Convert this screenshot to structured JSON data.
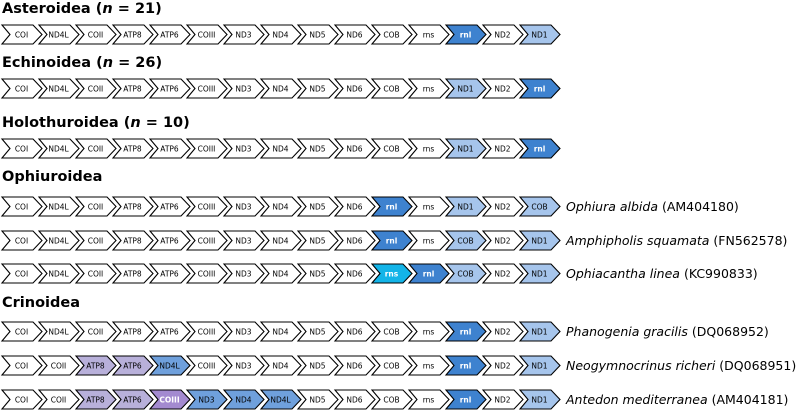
{
  "colors": {
    "white": "#ffffff",
    "light_blue": "#a6c5ec",
    "dark_blue": "#3e82cf",
    "mid_blue": "#6fa0dc",
    "cyan": "#13b4e8",
    "light_purple": "#b8b0da",
    "purple": "#a38ad0",
    "outline": "#000000"
  },
  "groups": [
    {
      "name": "Asteroidea",
      "n_prefix": " (",
      "n_label": "n",
      "n_value": " = 21)",
      "rows": [
        {
          "species": "",
          "accession": "",
          "genes": [
            {
              "label": "COI",
              "color": "white"
            },
            {
              "label": "ND4L",
              "color": "white"
            },
            {
              "label": "COII",
              "color": "white"
            },
            {
              "label": "ATP8",
              "color": "white"
            },
            {
              "label": "ATP6",
              "color": "white"
            },
            {
              "label": "COIII",
              "color": "white"
            },
            {
              "label": "ND3",
              "color": "white"
            },
            {
              "label": "ND4",
              "color": "white"
            },
            {
              "label": "ND5",
              "color": "white"
            },
            {
              "label": "ND6",
              "color": "white"
            },
            {
              "label": "COB",
              "color": "white"
            },
            {
              "label": "rns",
              "color": "white"
            },
            {
              "label": "rnl",
              "color": "dark_blue"
            },
            {
              "label": "ND2",
              "color": "white"
            },
            {
              "label": "ND1",
              "color": "light_blue"
            }
          ]
        }
      ]
    },
    {
      "name": "Echinoidea",
      "n_prefix": " (",
      "n_label": "n",
      "n_value": " = 26)",
      "rows": [
        {
          "species": "",
          "accession": "",
          "genes": [
            {
              "label": "COI",
              "color": "white"
            },
            {
              "label": "ND4L",
              "color": "white"
            },
            {
              "label": "COII",
              "color": "white"
            },
            {
              "label": "ATP8",
              "color": "white"
            },
            {
              "label": "ATP6",
              "color": "white"
            },
            {
              "label": "COIII",
              "color": "white"
            },
            {
              "label": "ND3",
              "color": "white"
            },
            {
              "label": "ND4",
              "color": "white"
            },
            {
              "label": "ND5",
              "color": "white"
            },
            {
              "label": "ND6",
              "color": "white"
            },
            {
              "label": "COB",
              "color": "white"
            },
            {
              "label": "rns",
              "color": "white"
            },
            {
              "label": "ND1",
              "color": "light_blue"
            },
            {
              "label": "ND2",
              "color": "white"
            },
            {
              "label": "rnl",
              "color": "dark_blue"
            }
          ]
        }
      ]
    },
    {
      "name": "Holothuroidea",
      "n_prefix": " (",
      "n_label": "n",
      "n_value": " = 10)",
      "rows": [
        {
          "species": "",
          "accession": "",
          "genes": [
            {
              "label": "COI",
              "color": "white"
            },
            {
              "label": "ND4L",
              "color": "white"
            },
            {
              "label": "COII",
              "color": "white"
            },
            {
              "label": "ATP8",
              "color": "white"
            },
            {
              "label": "ATP6",
              "color": "white"
            },
            {
              "label": "COIII",
              "color": "white"
            },
            {
              "label": "ND3",
              "color": "white"
            },
            {
              "label": "ND4",
              "color": "white"
            },
            {
              "label": "ND5",
              "color": "white"
            },
            {
              "label": "ND6",
              "color": "white"
            },
            {
              "label": "COB",
              "color": "white"
            },
            {
              "label": "rns",
              "color": "white"
            },
            {
              "label": "ND1",
              "color": "light_blue"
            },
            {
              "label": "ND2",
              "color": "white"
            },
            {
              "label": "rnl",
              "color": "dark_blue"
            }
          ]
        }
      ]
    },
    {
      "name": "Ophiuroidea",
      "n_prefix": "",
      "n_label": "",
      "n_value": "",
      "rows": [
        {
          "species": "Ophiura albida",
          "accession": " (AM404180)",
          "genes": [
            {
              "label": "COI",
              "color": "white"
            },
            {
              "label": "ND4L",
              "color": "white"
            },
            {
              "label": "COII",
              "color": "white"
            },
            {
              "label": "ATP8",
              "color": "white"
            },
            {
              "label": "ATP6",
              "color": "white"
            },
            {
              "label": "COIII",
              "color": "white"
            },
            {
              "label": "ND3",
              "color": "white"
            },
            {
              "label": "ND4",
              "color": "white"
            },
            {
              "label": "ND5",
              "color": "white"
            },
            {
              "label": "ND6",
              "color": "white"
            },
            {
              "label": "rnl",
              "color": "dark_blue"
            },
            {
              "label": "rns",
              "color": "white"
            },
            {
              "label": "ND1",
              "color": "light_blue"
            },
            {
              "label": "ND2",
              "color": "white"
            },
            {
              "label": "COB",
              "color": "light_blue"
            }
          ]
        },
        {
          "species": "Amphipholis squamata",
          "accession": " (FN562578)",
          "genes": [
            {
              "label": "COI",
              "color": "white"
            },
            {
              "label": "ND4L",
              "color": "white"
            },
            {
              "label": "COII",
              "color": "white"
            },
            {
              "label": "ATP8",
              "color": "white"
            },
            {
              "label": "ATP6",
              "color": "white"
            },
            {
              "label": "COIII",
              "color": "white"
            },
            {
              "label": "ND3",
              "color": "white"
            },
            {
              "label": "ND4",
              "color": "white"
            },
            {
              "label": "ND5",
              "color": "white"
            },
            {
              "label": "ND6",
              "color": "white"
            },
            {
              "label": "rnl",
              "color": "dark_blue"
            },
            {
              "label": "rns",
              "color": "white"
            },
            {
              "label": "COB",
              "color": "light_blue"
            },
            {
              "label": "ND2",
              "color": "white"
            },
            {
              "label": "ND1",
              "color": "light_blue"
            }
          ]
        },
        {
          "species": "Ophiacantha linea",
          "accession": " (KC990833)",
          "genes": [
            {
              "label": "COI",
              "color": "white"
            },
            {
              "label": "ND4L",
              "color": "white"
            },
            {
              "label": "COII",
              "color": "white"
            },
            {
              "label": "ATP8",
              "color": "white"
            },
            {
              "label": "ATP6",
              "color": "white"
            },
            {
              "label": "COIII",
              "color": "white"
            },
            {
              "label": "ND3",
              "color": "white"
            },
            {
              "label": "ND4",
              "color": "white"
            },
            {
              "label": "ND5",
              "color": "white"
            },
            {
              "label": "ND6",
              "color": "white"
            },
            {
              "label": "rns",
              "color": "cyan"
            },
            {
              "label": "rnl",
              "color": "dark_blue"
            },
            {
              "label": "COB",
              "color": "light_blue"
            },
            {
              "label": "ND2",
              "color": "white"
            },
            {
              "label": "ND1",
              "color": "light_blue"
            }
          ]
        }
      ]
    },
    {
      "name": "Crinoidea",
      "n_prefix": "",
      "n_label": "",
      "n_value": "",
      "rows": [
        {
          "species": "Phanogenia gracilis",
          "accession": " (DQ068952)",
          "genes": [
            {
              "label": "COI",
              "color": "white"
            },
            {
              "label": "ND4L",
              "color": "white"
            },
            {
              "label": "COII",
              "color": "white"
            },
            {
              "label": "ATP8",
              "color": "white"
            },
            {
              "label": "ATP6",
              "color": "white"
            },
            {
              "label": "COIII",
              "color": "white"
            },
            {
              "label": "ND3",
              "color": "white"
            },
            {
              "label": "ND4",
              "color": "white"
            },
            {
              "label": "ND5",
              "color": "white"
            },
            {
              "label": "ND6",
              "color": "white"
            },
            {
              "label": "COB",
              "color": "white"
            },
            {
              "label": "rns",
              "color": "white"
            },
            {
              "label": "rnl",
              "color": "dark_blue"
            },
            {
              "label": "ND2",
              "color": "white"
            },
            {
              "label": "ND1",
              "color": "light_blue"
            }
          ]
        },
        {
          "species": "Neogymnocrinus richeri",
          "accession": " (DQ068951)",
          "genes": [
            {
              "label": "COI",
              "color": "white"
            },
            {
              "label": "COII",
              "color": "white"
            },
            {
              "label": "ATP8",
              "color": "light_purple"
            },
            {
              "label": "ATP6",
              "color": "light_purple"
            },
            {
              "label": "ND4L",
              "color": "mid_blue"
            },
            {
              "label": "COIII",
              "color": "white"
            },
            {
              "label": "ND3",
              "color": "white"
            },
            {
              "label": "ND4",
              "color": "white"
            },
            {
              "label": "ND5",
              "color": "white"
            },
            {
              "label": "ND6",
              "color": "white"
            },
            {
              "label": "COB",
              "color": "white"
            },
            {
              "label": "rns",
              "color": "white"
            },
            {
              "label": "rnl",
              "color": "dark_blue"
            },
            {
              "label": "ND2",
              "color": "white"
            },
            {
              "label": "ND1",
              "color": "light_blue"
            }
          ]
        },
        {
          "species": "Antedon mediterranea",
          "accession": " (AM404181)",
          "genes": [
            {
              "label": "COI",
              "color": "white"
            },
            {
              "label": "COII",
              "color": "white"
            },
            {
              "label": "ATP8",
              "color": "light_purple"
            },
            {
              "label": "ATP6",
              "color": "light_purple"
            },
            {
              "label": "COIII",
              "color": "purple"
            },
            {
              "label": "ND3",
              "color": "mid_blue"
            },
            {
              "label": "ND4",
              "color": "mid_blue"
            },
            {
              "label": "ND4L",
              "color": "mid_blue"
            },
            {
              "label": "ND5",
              "color": "white"
            },
            {
              "label": "ND6",
              "color": "white"
            },
            {
              "label": "COB",
              "color": "white"
            },
            {
              "label": "rns",
              "color": "white"
            },
            {
              "label": "rnl",
              "color": "dark_blue"
            },
            {
              "label": "ND2",
              "color": "white"
            },
            {
              "label": "ND1",
              "color": "light_blue"
            }
          ]
        }
      ]
    }
  ]
}
